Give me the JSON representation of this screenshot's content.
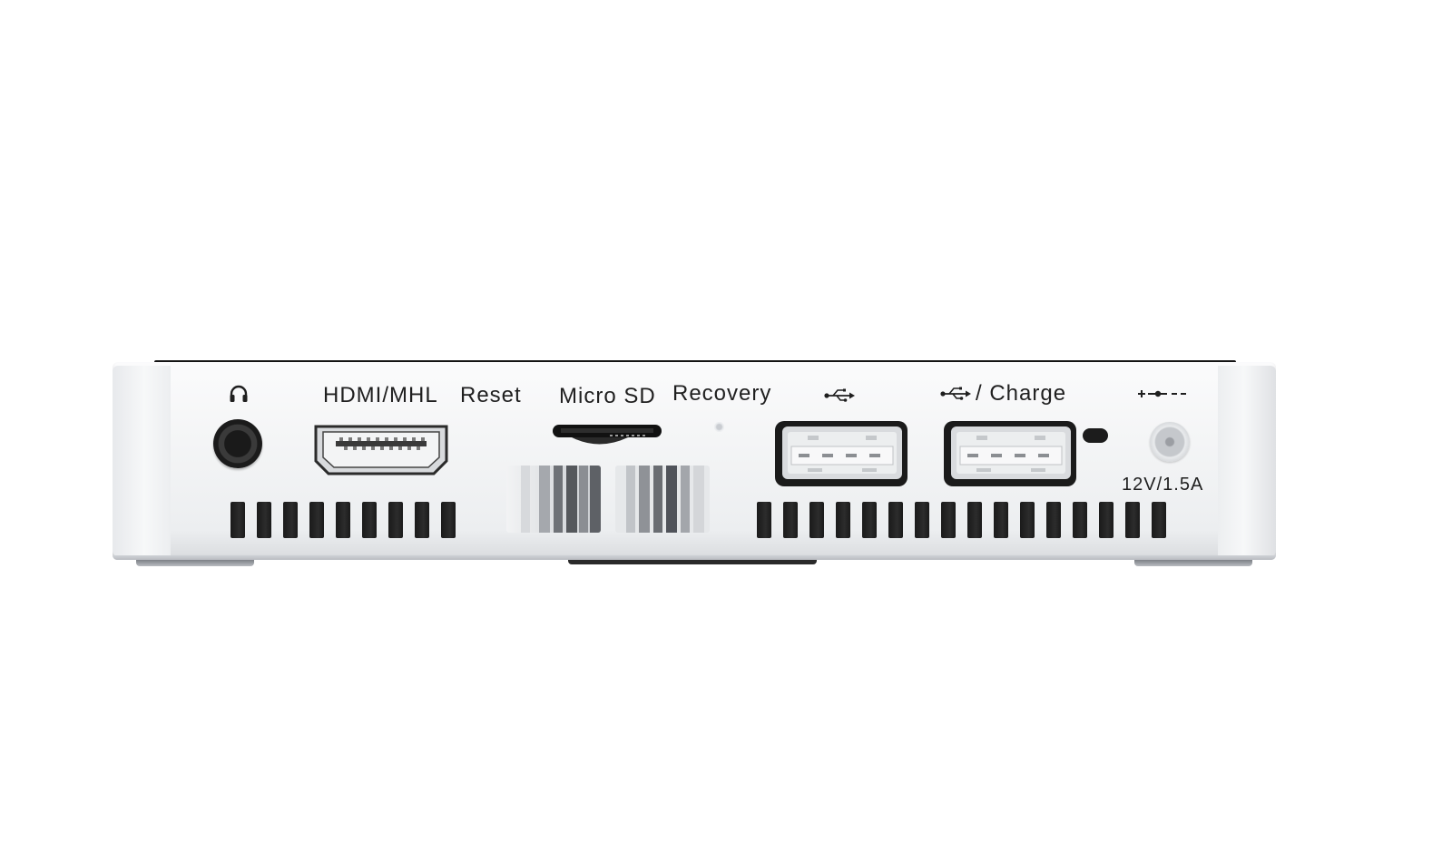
{
  "labels": {
    "hdmi": "HDMI/MHL",
    "reset": "Reset",
    "micro_sd": "Micro SD",
    "recovery": "Recovery",
    "charge": "/ Charge",
    "power_rating": "12V/1.5A",
    "dc_polarity": "+-•--"
  },
  "icons": {
    "audio": "headphones-icon",
    "usb": "usb-icon",
    "dc": "dc-polarity-icon"
  },
  "colors": {
    "body": "#f4f5f6",
    "ink": "#1f1f1f",
    "port_dark": "#1a1a1a"
  }
}
